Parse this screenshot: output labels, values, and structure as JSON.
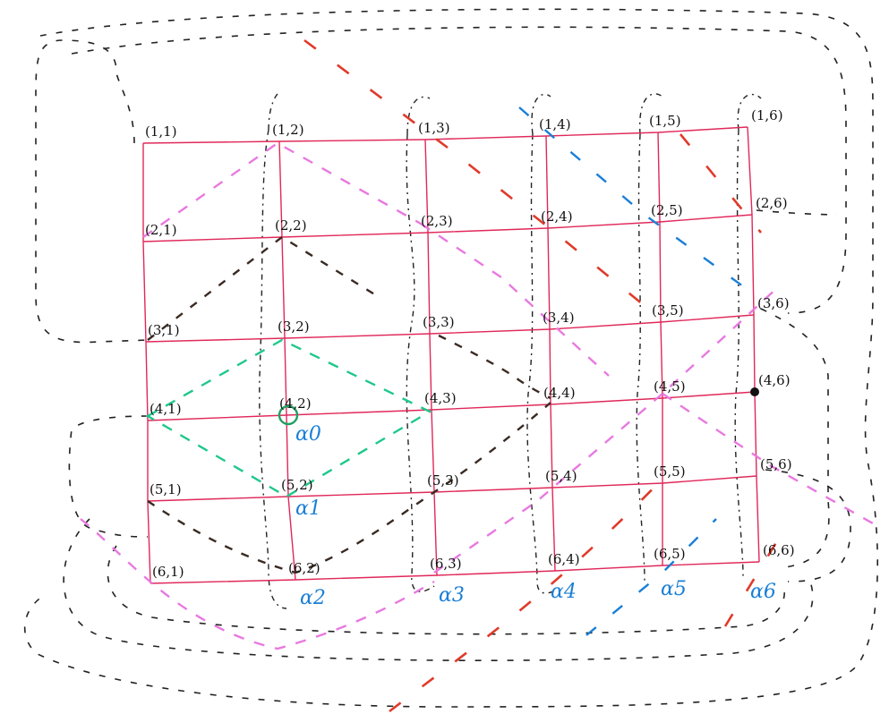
{
  "colors": {
    "grid": "#e0285a",
    "alpha": "#1a7fd6",
    "origin_marker": "#1fa060"
  },
  "grid": {
    "rows": 6,
    "cols": 6
  },
  "node_labels": [
    "(1,1)",
    "(1,2)",
    "(1,3)",
    "(1,4)",
    "(1,5)",
    "(1,6)",
    "(2,1)",
    "(2,2)",
    "(2,3)",
    "(2,4)",
    "(2,5)",
    "(2,6)",
    "(3,1)",
    "(3,2)",
    "(3,3)",
    "(3,4)",
    "(3,5)",
    "(3,6)",
    "(4,1)",
    "(4,2)",
    "(4,3)",
    "(4,4)",
    "(4,5)",
    "(4,6)",
    "(5,1)",
    "(5,2)",
    "(5,3)",
    "(5,4)",
    "(5,5)",
    "(5,6)",
    "(6,1)",
    "(6,2)",
    "(6,3)",
    "(6,4)",
    "(6,5)",
    "(6,6)"
  ],
  "alpha_labels": [
    "α0",
    "α1",
    "α2",
    "α3",
    "α4",
    "α5",
    "α6"
  ]
}
